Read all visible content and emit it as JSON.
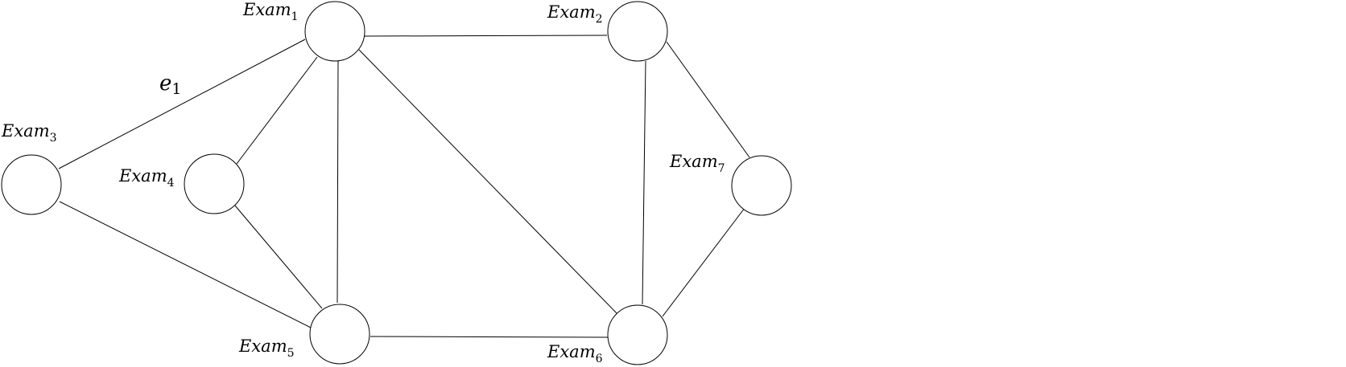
{
  "diagram": {
    "nodes": [
      {
        "id": "exam1",
        "base": "Exam",
        "sub": "1"
      },
      {
        "id": "exam2",
        "base": "Exam",
        "sub": "2"
      },
      {
        "id": "exam3",
        "base": "Exam",
        "sub": "3"
      },
      {
        "id": "exam4",
        "base": "Exam",
        "sub": "4"
      },
      {
        "id": "exam5",
        "base": "Exam",
        "sub": "5"
      },
      {
        "id": "exam6",
        "base": "Exam",
        "sub": "6"
      },
      {
        "id": "exam7",
        "base": "Exam",
        "sub": "7"
      }
    ],
    "edges": [
      {
        "from": "exam3",
        "to": "exam1",
        "label_base": "e",
        "label_sub": "1"
      },
      {
        "from": "exam1",
        "to": "exam2"
      },
      {
        "from": "exam1",
        "to": "exam4"
      },
      {
        "from": "exam1",
        "to": "exam5"
      },
      {
        "from": "exam1",
        "to": "exam6"
      },
      {
        "from": "exam2",
        "to": "exam6"
      },
      {
        "from": "exam2",
        "to": "exam7"
      },
      {
        "from": "exam3",
        "to": "exam5"
      },
      {
        "from": "exam4",
        "to": "exam5"
      },
      {
        "from": "exam5",
        "to": "exam6"
      },
      {
        "from": "exam6",
        "to": "exam7"
      }
    ]
  }
}
